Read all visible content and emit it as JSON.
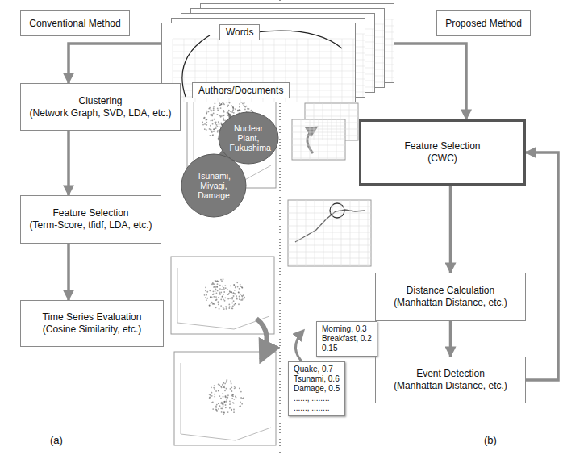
{
  "diagram": {
    "nodes": [
      {
        "text": [
          "Conventional Method"
        ]
      },
      {
        "text": [
          "Proposed Method"
        ]
      },
      {
        "text": [
          "Words",
          "Authors/Documents"
        ]
      },
      {
        "text": [
          "Clustering (Network Graph, SVD, LDA, etc.)"
        ]
      },
      {
        "text": [
          "Tsunami, Miyagi, Damage"
        ]
      },
      {
        "text": [
          "Nuclear Plant, Fukushima"
        ]
      },
      {
        "text": [
          "Feature Selection (Term-Score, tfidf, LDA, etc.)"
        ]
      },
      {
        "text": [
          "Time Series Evaluation (Cosine Similarity, etc.)"
        ]
      },
      {
        "text": [
          "Feature Selection (CWC)"
        ]
      },
      {
        "text": [
          "Distance Calculation (Manhattan Distance, etc.)"
        ]
      },
      {
        "text": [
          "Event Detection (Manhattan Distance, etc.)"
        ]
      },
      {
        "text": [
          "Morning, 0.3",
          "Breakfast, 0.2",
          "0.15"
        ]
      },
      {
        "text": [
          "Quake, 0.7",
          "Tsunami, 0.6",
          "Damage, 0.5",
          "......, ........",
          "......, ........"
        ]
      }
    ],
    "edges": [
      {
        "from": 2,
        "to": 3,
        "arrow": "to"
      },
      {
        "from": 2,
        "to": 8,
        "arrow": "to"
      },
      {
        "from": 3,
        "to": 6,
        "arrow": "to"
      },
      {
        "from": 6,
        "to": 7,
        "arrow": "to"
      },
      {
        "from": 8,
        "to": 9,
        "arrow": "to"
      },
      {
        "from": 9,
        "to": 10,
        "arrow": "to"
      },
      {
        "from": 10,
        "to": 8,
        "arrow": "to"
      }
    ],
    "labels": [
      "(a)",
      "(b)"
    ]
  }
}
